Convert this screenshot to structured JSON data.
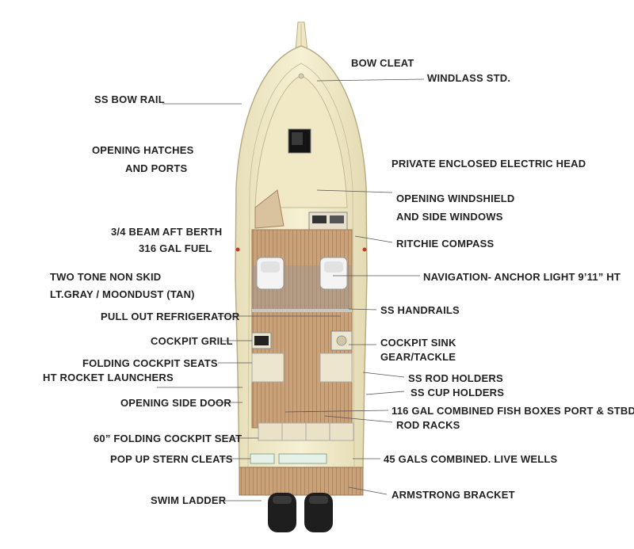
{
  "callouts": {
    "bow_cleat": "BOW CLEAT",
    "windlass": "WINDLASS STD.",
    "bow_rail": "SS  BOW RAIL",
    "hatches_1": "OPENING HATCHES",
    "hatches_2": "AND PORTS",
    "head": "PRIVATE ENCLOSED ELECTRIC HEAD",
    "windshield_1": "OPENING WINDSHIELD",
    "windshield_2": "AND SIDE WINDOWS",
    "berth": "3/4 BEAM AFT BERTH",
    "fuel": "316 GAL FUEL",
    "compass": "RITCHIE COMPASS",
    "nonskid_1": "TWO TONE NON SKID",
    "nonskid_2": "LT.GRAY / MOONDUST (TAN)",
    "nav_light": "NAVIGATION- ANCHOR LIGHT 9’11” HT",
    "handrails": "SS HANDRAILS",
    "refrigerator": "PULL OUT REFRIGERATOR",
    "grill": "COCKPIT GRILL",
    "sink": "COCKPIT SINK",
    "gear": "GEAR/TACKLE",
    "folding_seats": "FOLDING COCKPIT SEATS",
    "rocket": "HT ROCKET LAUNCHERS",
    "rod_holders": "SS ROD HOLDERS",
    "cup_holders": "SS CUP HOLDERS",
    "side_door": "OPENING SIDE DOOR",
    "fish_boxes": "116 GAL COMBINED FISH BOXES PORT & STBD",
    "rod_racks": "ROD RACKS",
    "stern_seat": "60” FOLDING COCKPIT SEAT",
    "stern_cleats": "POP UP STERN CLEATS",
    "live_wells": "45 GALS COMBINED. LIVE WELLS",
    "swim_ladder": "SWIM LADDER",
    "bracket": "ARMSTRONG BRACKET"
  },
  "colors": {
    "hull_cream": "#f3eccb",
    "hull_outline": "#b9ad86",
    "teak": "#c9a27a",
    "teak_seam": "#a9825c",
    "leader": "#555555",
    "engine": "#1e1e1e"
  }
}
